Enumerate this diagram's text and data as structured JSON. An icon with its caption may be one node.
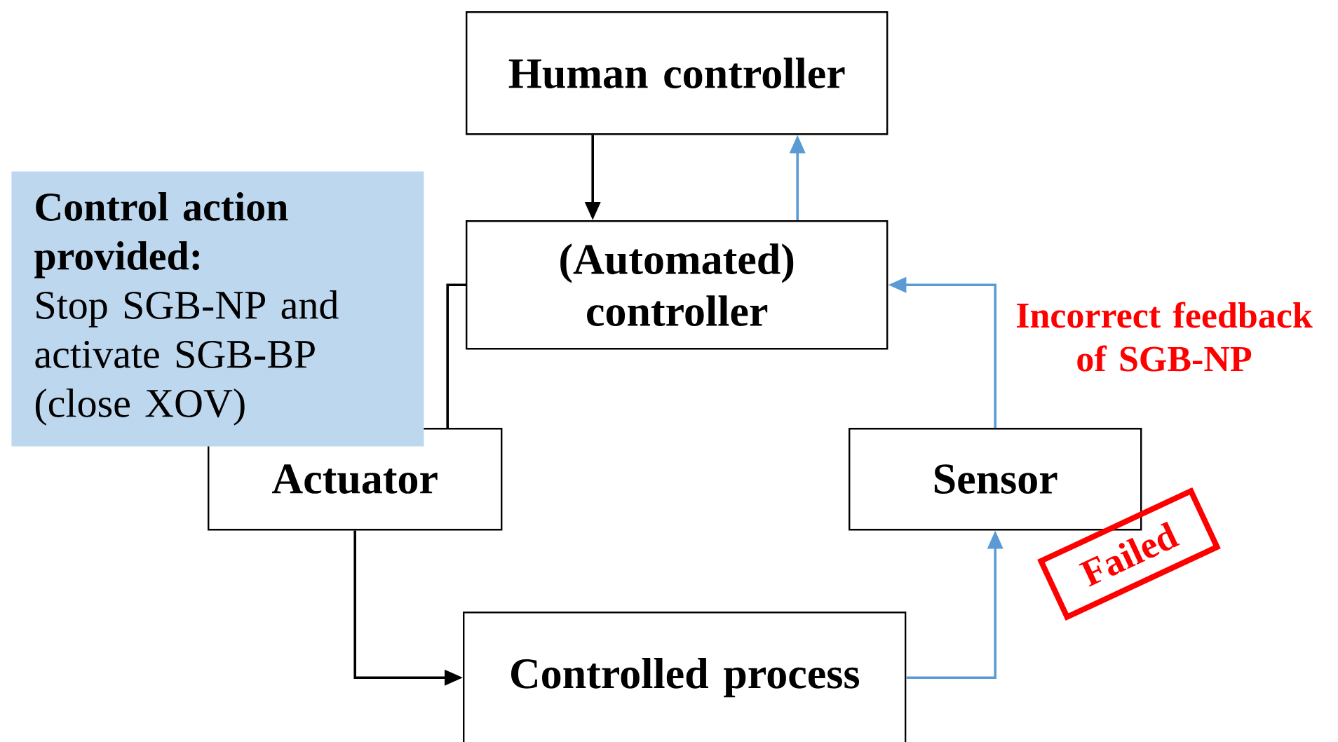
{
  "diagram": {
    "nodes": [
      {
        "text": [
          "Human controller"
        ]
      },
      {
        "text": [
          "(Automated) controller"
        ]
      },
      {
        "text": [
          "Control action provided:",
          "Stop SGB-NP and activate SGB-BP (close XOV)"
        ]
      },
      {
        "text": [
          "Actuator"
        ]
      },
      {
        "text": [
          "Sensor"
        ]
      },
      {
        "text": [
          "Controlled process"
        ]
      },
      {
        "text": [
          "Failed"
        ]
      }
    ],
    "edges": [
      {
        "from": 0,
        "to": 1,
        "arrow": "to"
      },
      {
        "from": 1,
        "to": 0,
        "arrow": "to",
        "color": "#5b9bd5"
      },
      {
        "from": 1,
        "to": 3,
        "arrow": "none"
      },
      {
        "from": 3,
        "to": 5,
        "arrow": "to"
      },
      {
        "from": 5,
        "to": 4,
        "arrow": "to",
        "color": "#5b9bd5"
      },
      {
        "from": 4,
        "to": 1,
        "arrow": "to",
        "color": "#5b9bd5",
        "label": "Incorrect feedback of SGB-NP"
      }
    ]
  }
}
